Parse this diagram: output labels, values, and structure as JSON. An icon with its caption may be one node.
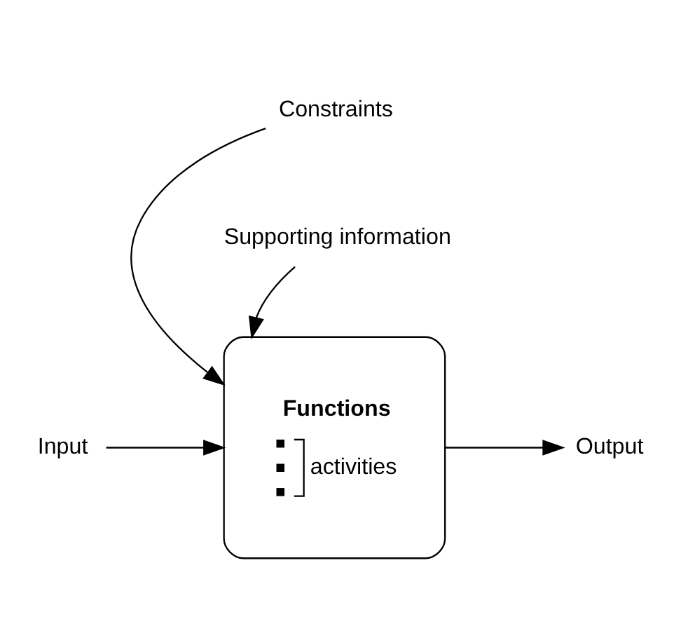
{
  "diagram": {
    "nodes": [
      {
        "text": [
          "Constraints"
        ]
      },
      {
        "text": [
          "Input"
        ]
      },
      {
        "text": [
          "Functions",
          "activities"
        ]
      },
      {
        "text": [
          "Output"
        ]
      },
      {
        "text": [
          "Supporting information"
        ]
      }
    ],
    "edges": [
      {
        "from": 0,
        "to": 2,
        "arrow": "to"
      },
      {
        "from": 1,
        "to": 2,
        "arrow": "to"
      },
      {
        "from": 2,
        "to": 3,
        "arrow": "to"
      },
      {
        "from": 4,
        "to": 2,
        "arrow": "to"
      }
    ]
  }
}
